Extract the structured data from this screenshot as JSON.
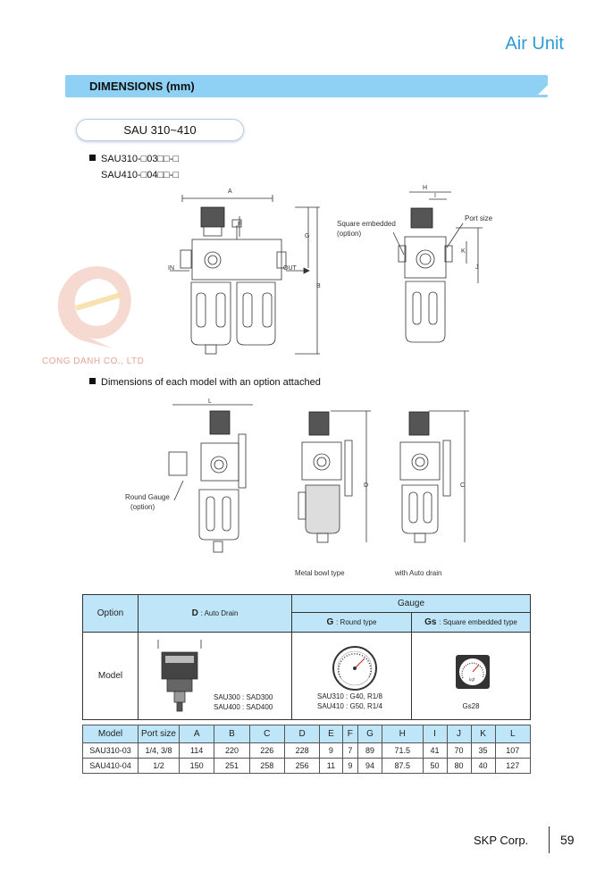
{
  "header": {
    "title": "Air Unit"
  },
  "section": {
    "title": "DIMENSIONS (mm)"
  },
  "model_range": "SAU 310~410",
  "model_codes": [
    "SAU310-□03□□-□",
    "SAU410-□04□□-□"
  ],
  "watermark": {
    "company": "CONG DANH CO., LTD"
  },
  "drawing_labels": {
    "a": "A",
    "b": "B",
    "c": "C",
    "d": "D",
    "e": "E",
    "f": "F",
    "g": "G",
    "h": "H",
    "i": "I",
    "j": "J",
    "k": "K",
    "l": "L",
    "in": "IN",
    "out": "OUT",
    "square_embedded": "Square embedded",
    "option": "(option)",
    "port_size": "Port size",
    "round_gauge": "Round Gauge",
    "round_gauge_option": "(option)",
    "metal_bowl": "Metal bowl type",
    "auto_drain": "with Auto drain"
  },
  "option_heading": "Dimensions of each model with an option attached",
  "option_table": {
    "option_label": "Option",
    "drain_letter": "D",
    "drain_label": ": Auto Drain",
    "gauge_label": "Gauge",
    "round_letter": "G",
    "round_label": ": Round type",
    "square_letter": "Gs",
    "square_label": ": Square embedded  type",
    "model_label": "Model",
    "drain_models": [
      "SAU300 : SAD300",
      "SAU400 : SAD400"
    ],
    "round_models": [
      "SAU310 : G40, R1/8",
      "SAU410 : G50, R1/4"
    ],
    "square_models": [
      "Gs28"
    ],
    "gauge_unit": "kgf"
  },
  "dim_table": {
    "headers": [
      "Model",
      "Port size",
      "A",
      "B",
      "C",
      "D",
      "E",
      "F",
      "G",
      "H",
      "I",
      "J",
      "K",
      "L"
    ],
    "rows": [
      [
        "SAU310-03",
        "1/4, 3/8",
        "114",
        "220",
        "226",
        "228",
        "9",
        "7",
        "89",
        "71.5",
        "41",
        "70",
        "35",
        "107"
      ],
      [
        "SAU410-04",
        "1/2",
        "150",
        "251",
        "258",
        "256",
        "11",
        "9",
        "94",
        "87.5",
        "50",
        "80",
        "40",
        "127"
      ]
    ]
  },
  "footer": {
    "brand": "SKP Corp.",
    "page": "59"
  }
}
